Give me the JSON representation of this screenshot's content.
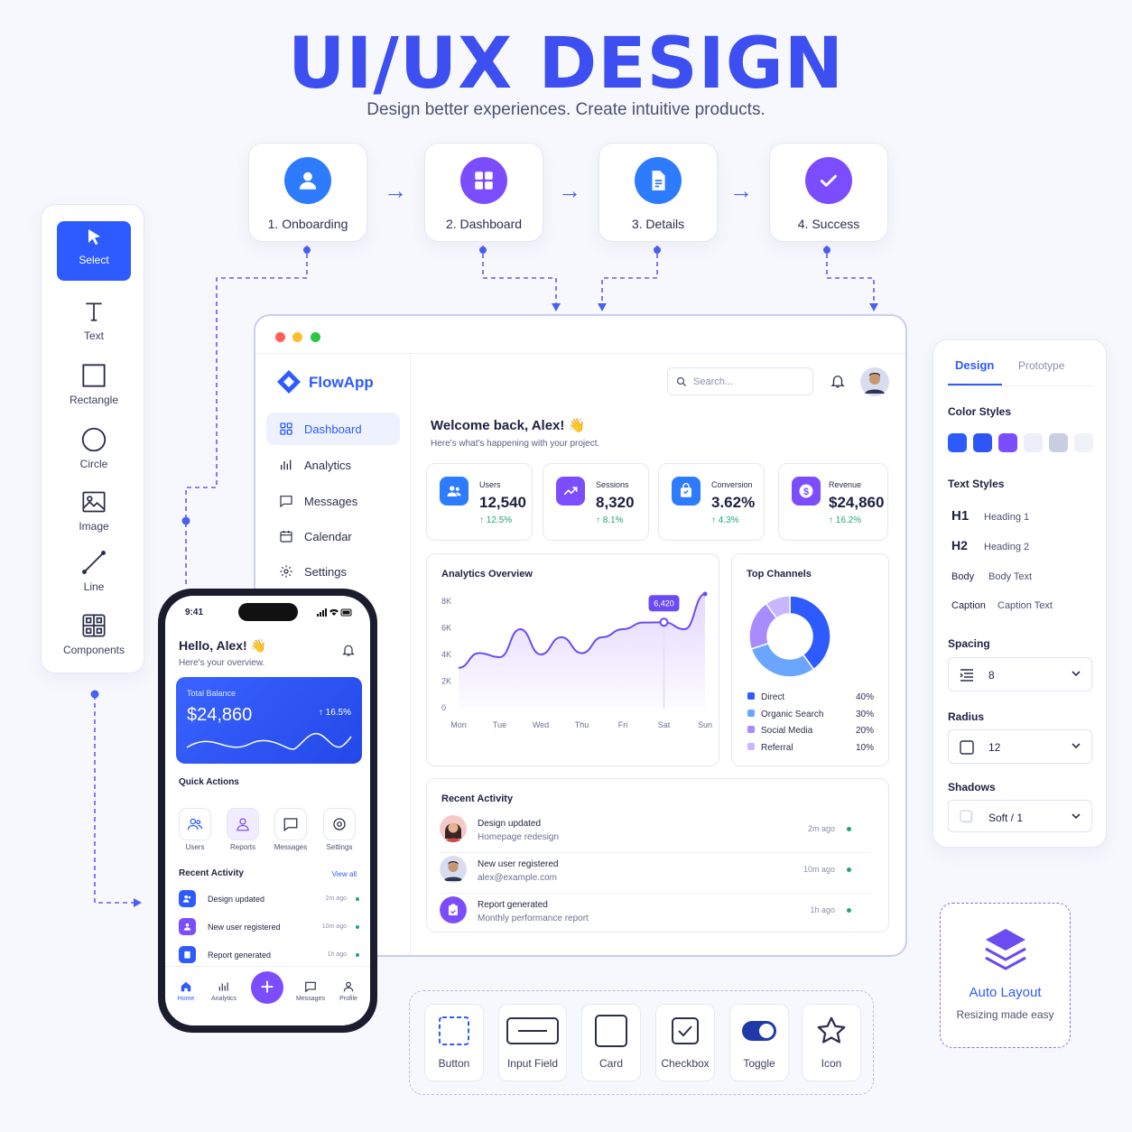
{
  "header": {
    "title": "UI/UX DESIGN",
    "subtitle": "Design better experiences. Create intuitive products."
  },
  "colors": {
    "primary": "#2d5bff",
    "accent": "#3d4ff0",
    "purple": "#7c4dff",
    "success": "#1fa870"
  },
  "flow": {
    "steps": [
      {
        "label": "1. Onboarding",
        "icon": "user-icon"
      },
      {
        "label": "2. Dashboard",
        "icon": "grid-icon"
      },
      {
        "label": "3. Details",
        "icon": "document-icon"
      },
      {
        "label": "4. Success",
        "icon": "check-icon"
      }
    ]
  },
  "toolbar": {
    "tools": [
      {
        "label": "Select",
        "icon": "cursor-icon",
        "active": true
      },
      {
        "label": "Text",
        "icon": "text-icon"
      },
      {
        "label": "Rectangle",
        "icon": "rectangle-icon"
      },
      {
        "label": "Circle",
        "icon": "circle-icon"
      },
      {
        "label": "Image",
        "icon": "image-icon"
      },
      {
        "label": "Line",
        "icon": "line-icon"
      },
      {
        "label": "Components",
        "icon": "components-icon"
      }
    ]
  },
  "dashboard": {
    "app_name": "FlowApp",
    "search_placeholder": "Search...",
    "nav": [
      "Dashboard",
      "Analytics",
      "Messages",
      "Calendar",
      "Settings"
    ],
    "welcome": "Welcome back, Alex! 👋",
    "welcome_sub": "Here's what's happening with your project.",
    "stats": [
      {
        "label": "Users",
        "value": "12,540",
        "delta": "↑ 12.5%"
      },
      {
        "label": "Sessions",
        "value": "8,320",
        "delta": "↑ 8.1%"
      },
      {
        "label": "Conversion",
        "value": "3.62%",
        "delta": "↑ 4.3%"
      },
      {
        "label": "Revenue",
        "value": "$24,860",
        "delta": "↑ 16.2%"
      }
    ],
    "analytics_title": "Analytics Overview",
    "channels_title": "Top Channels",
    "activity_title": "Recent Activity",
    "activity": [
      {
        "title": "Design updated",
        "sub": "Homepage redesign",
        "time": "2m ago"
      },
      {
        "title": "New user registered",
        "sub": "alex@example.com",
        "time": "10m ago"
      },
      {
        "title": "Report generated",
        "sub": "Monthly performance report",
        "time": "1h ago"
      }
    ]
  },
  "chart_data": [
    {
      "type": "area",
      "title": "Analytics Overview",
      "categories": [
        "Mon",
        "Tue",
        "Wed",
        "Thu",
        "Fri",
        "Sat",
        "Sun"
      ],
      "y_ticks": [
        "0",
        "2K",
        "4K",
        "6K",
        "8K"
      ],
      "ylim": [
        0,
        8000
      ],
      "x": [
        0,
        0.5,
        1.0,
        1.5,
        2.0,
        2.5,
        3.0,
        3.5,
        4.0,
        4.5,
        5.0,
        5.5,
        6.0
      ],
      "values": [
        3000,
        4100,
        3800,
        5900,
        4000,
        5300,
        4100,
        5300,
        5900,
        6400,
        6420,
        5900,
        8600
      ],
      "highlight": {
        "x": 5.0,
        "value": 6420,
        "label": "6,420"
      },
      "grid": false
    },
    {
      "type": "pie",
      "title": "Top Channels",
      "categories": [
        "Direct",
        "Organic Search",
        "Social Media",
        "Referral"
      ],
      "values": [
        40,
        30,
        20,
        10
      ],
      "labels": [
        "40%",
        "30%",
        "20%",
        "10%"
      ],
      "colors": [
        "#2d5bff",
        "#6aa6ff",
        "#a88bff",
        "#c8b6ff"
      ],
      "donut": true
    }
  ],
  "phone": {
    "time": "9:41",
    "greeting": "Hello, Alex! 👋",
    "greeting_sub": "Here's your overview.",
    "balance_label": "Total Balance",
    "balance_value": "$24,860",
    "balance_delta": "↑ 16.5%",
    "quick_actions_title": "Quick Actions",
    "quick_actions": [
      "Users",
      "Reports",
      "Messages",
      "Settings"
    ],
    "activity_title": "Recent Activity",
    "view_all": "View all",
    "activity": [
      {
        "title": "Design updated",
        "time": "2m ago"
      },
      {
        "title": "New user registered",
        "time": "10m ago"
      },
      {
        "title": "Report generated",
        "time": "1h ago"
      }
    ],
    "nav": [
      "Home",
      "Analytics",
      "Messages",
      "Profile"
    ]
  },
  "props": {
    "tabs": [
      "Design",
      "Prototype"
    ],
    "color_styles_title": "Color Styles",
    "swatches": [
      "#2d5bff",
      "#2f56f5",
      "#7c4dff",
      "#eceefc",
      "#c9cfe3",
      "#f0f2fa"
    ],
    "text_styles_title": "Text Styles",
    "text_styles": [
      {
        "tag": "H1",
        "name": "Heading 1"
      },
      {
        "tag": "H2",
        "name": "Heading 2"
      },
      {
        "tag": "Body",
        "name": "Body Text"
      },
      {
        "tag": "Caption",
        "name": "Caption Text"
      }
    ],
    "spacing_title": "Spacing",
    "spacing_value": "8",
    "radius_title": "Radius",
    "radius_value": "12",
    "shadows_title": "Shadows",
    "shadows_value": "Soft / 1"
  },
  "components": [
    "Button",
    "Input Field",
    "Card",
    "Checkbox",
    "Toggle",
    "Icon"
  ],
  "auto_layout": {
    "title": "Auto Layout",
    "sub": "Resizing made easy"
  }
}
